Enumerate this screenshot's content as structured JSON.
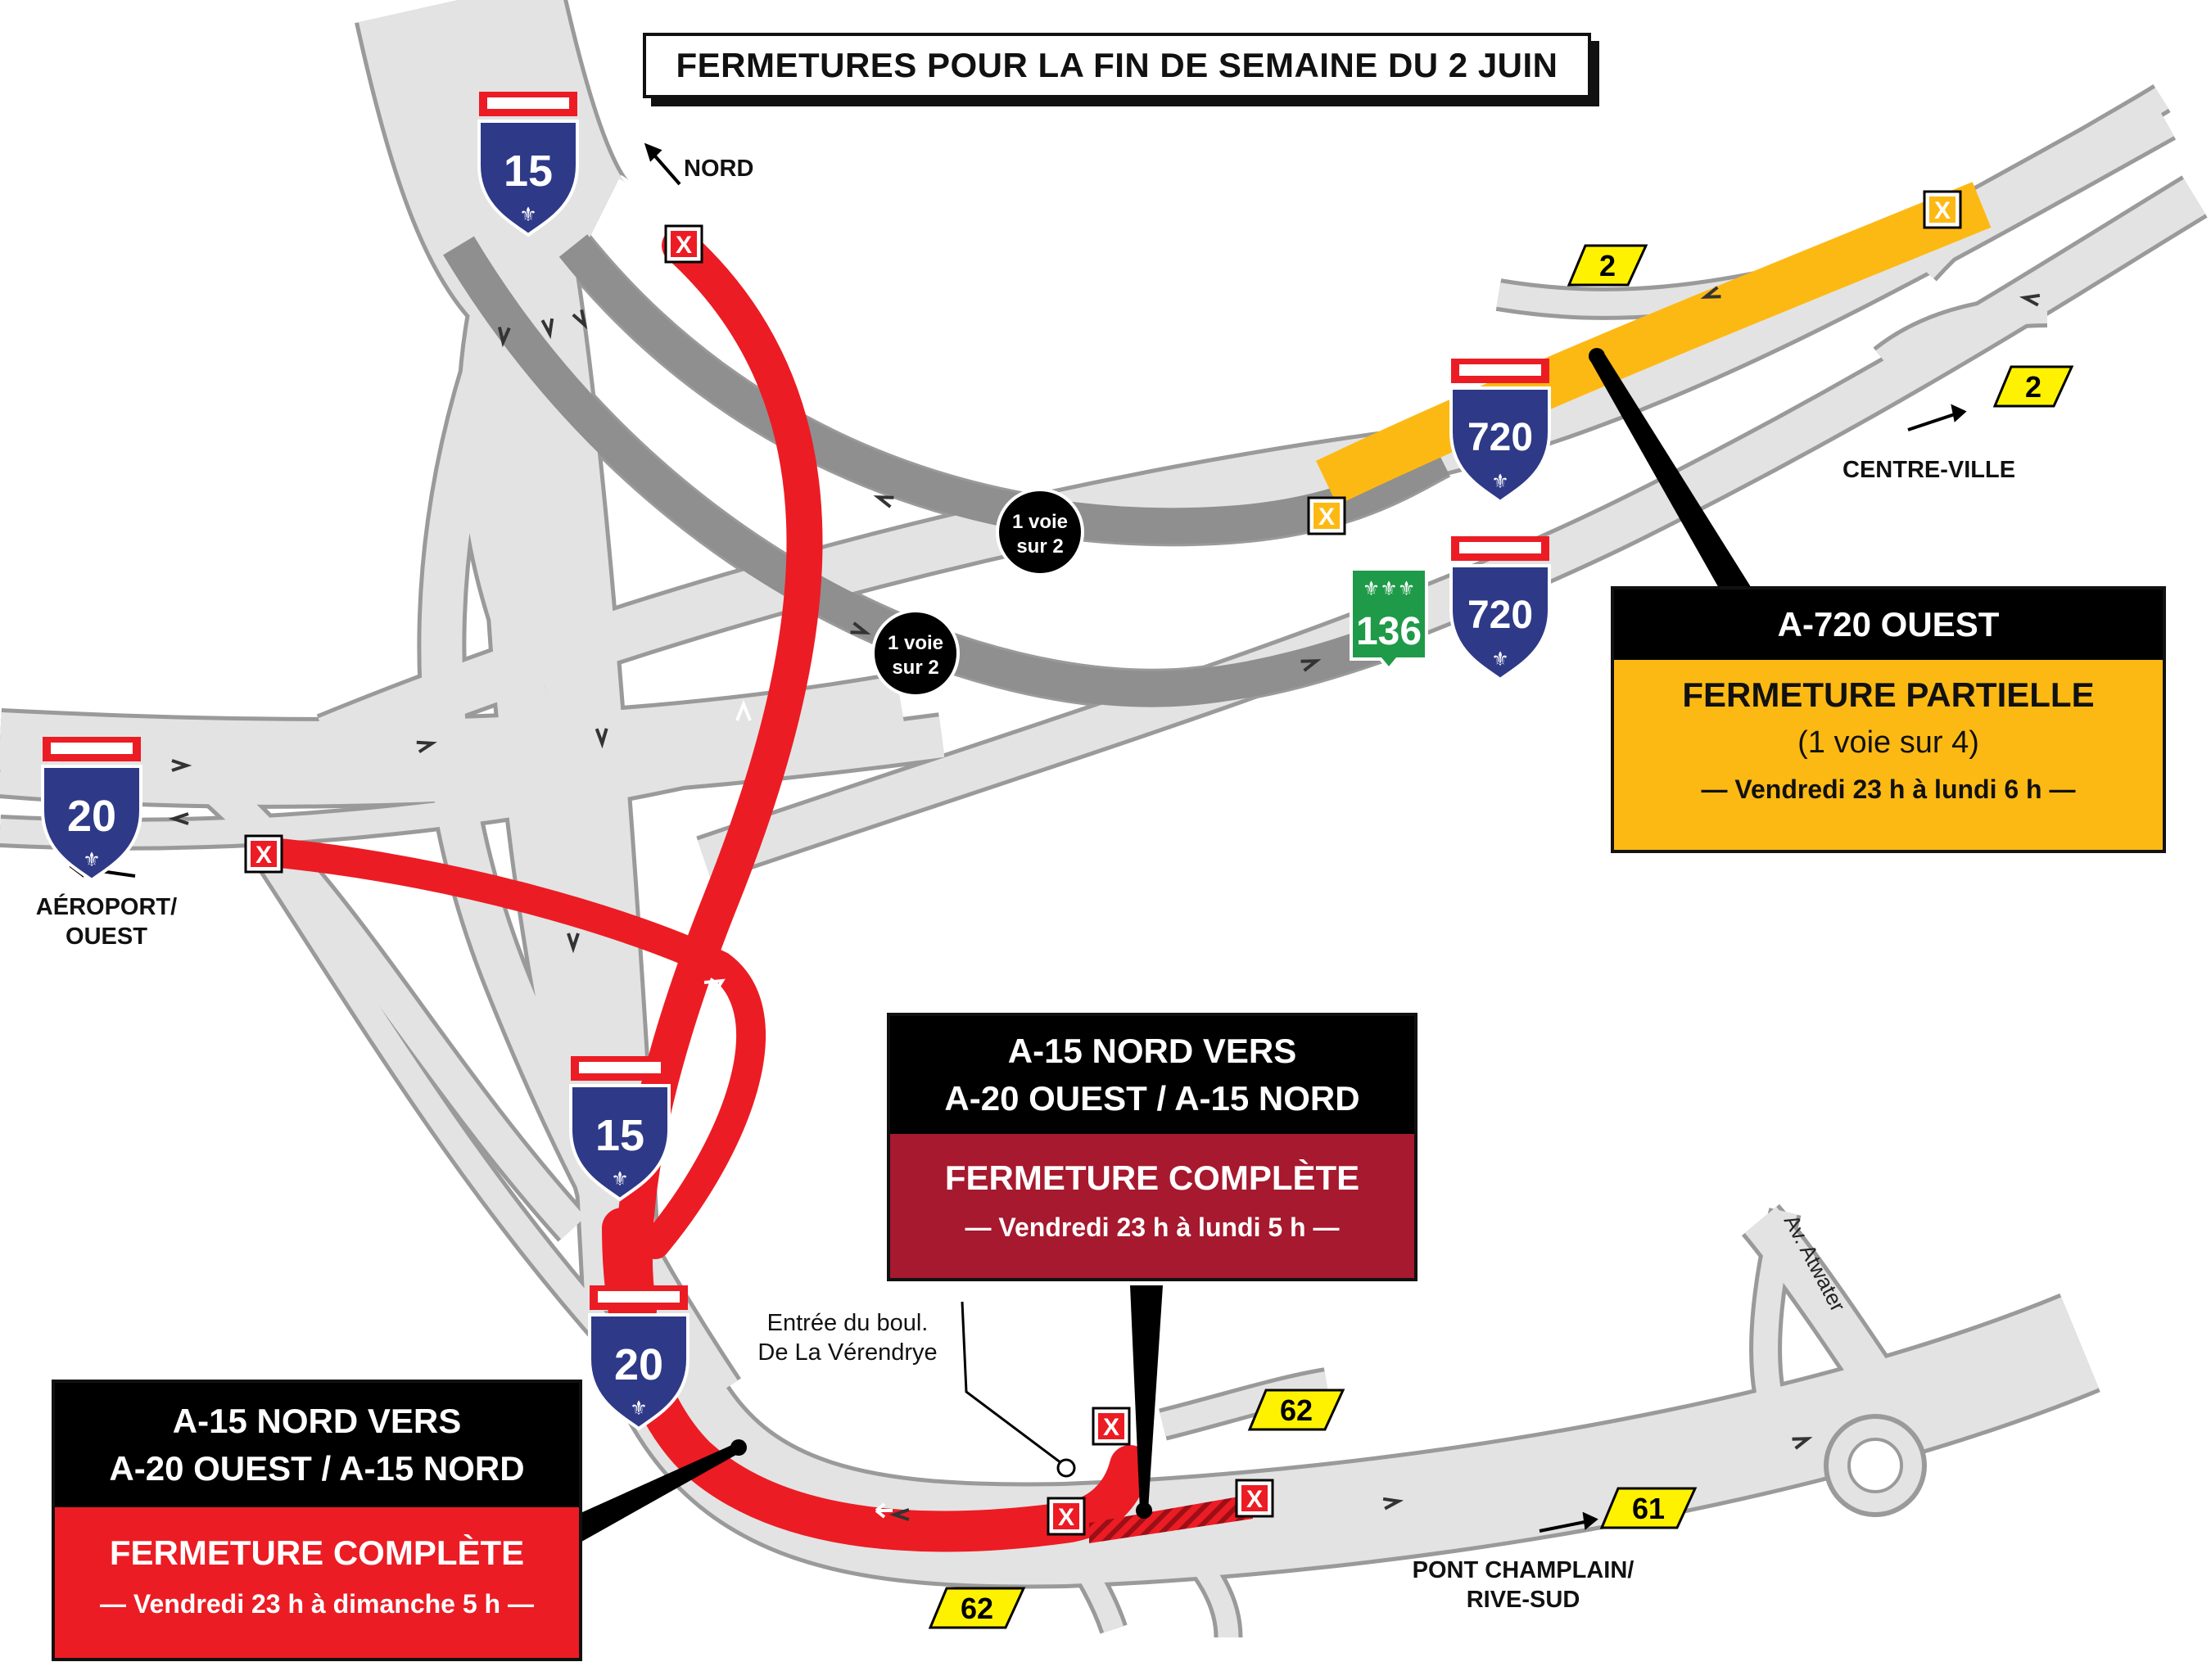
{
  "title": "FERMETURES POUR LA FIN DE SEMAINE DU 2 JUIN",
  "colors": {
    "road": "#e3e3e3",
    "road_edge": "#9a9a9a",
    "dark_road": "#8f8f8f",
    "closure_red": "#ec1c24",
    "partial_yellow": "#fdb913",
    "panel_maroon": "#a6192e",
    "shield_blue": "#2e3a87",
    "shield_green": "#1f9a48",
    "exit_yellow": "#fff200"
  },
  "direction_labels": {
    "nord": "NORD",
    "centre_ville": "CENTRE-VILLE",
    "aeroport_line1": "AÉROPORT/",
    "aeroport_line2": "OUEST",
    "pont_line1": "PONT CHAMPLAIN/",
    "pont_line2": "RIVE-SUD",
    "entree_line1": "Entrée du boul.",
    "entree_line2": "De La Vérendrye",
    "atwater": "Av. Atwater"
  },
  "lane_badges": {
    "line1": "1 voie",
    "line2": "sur 2"
  },
  "route_shields": {
    "a15": "15",
    "a20": "20",
    "a720": "720",
    "r136": "136"
  },
  "exit_badges": {
    "exit_2": "2",
    "exit_62": "62",
    "exit_61": "61"
  },
  "closure_marker": "X",
  "panels": {
    "a720": {
      "head": "A-720 OUEST",
      "status": "FERMETURE PARTIELLE",
      "detail": "(1 voie sur 4)",
      "period": "— Vendredi 23 h à lundi 6 h —"
    },
    "a15_mid": {
      "head_line1": "A-15 NORD VERS",
      "head_line2": "A-20 OUEST / A-15 NORD",
      "status": "FERMETURE COMPLÈTE",
      "period": "— Vendredi 23 h à lundi 5 h —"
    },
    "a15_left": {
      "head_line1": "A-15 NORD VERS",
      "head_line2": "A-20 OUEST / A-15 NORD",
      "status": "FERMETURE COMPLÈTE",
      "period": "— Vendredi 23 h à dimanche 5 h —"
    }
  }
}
